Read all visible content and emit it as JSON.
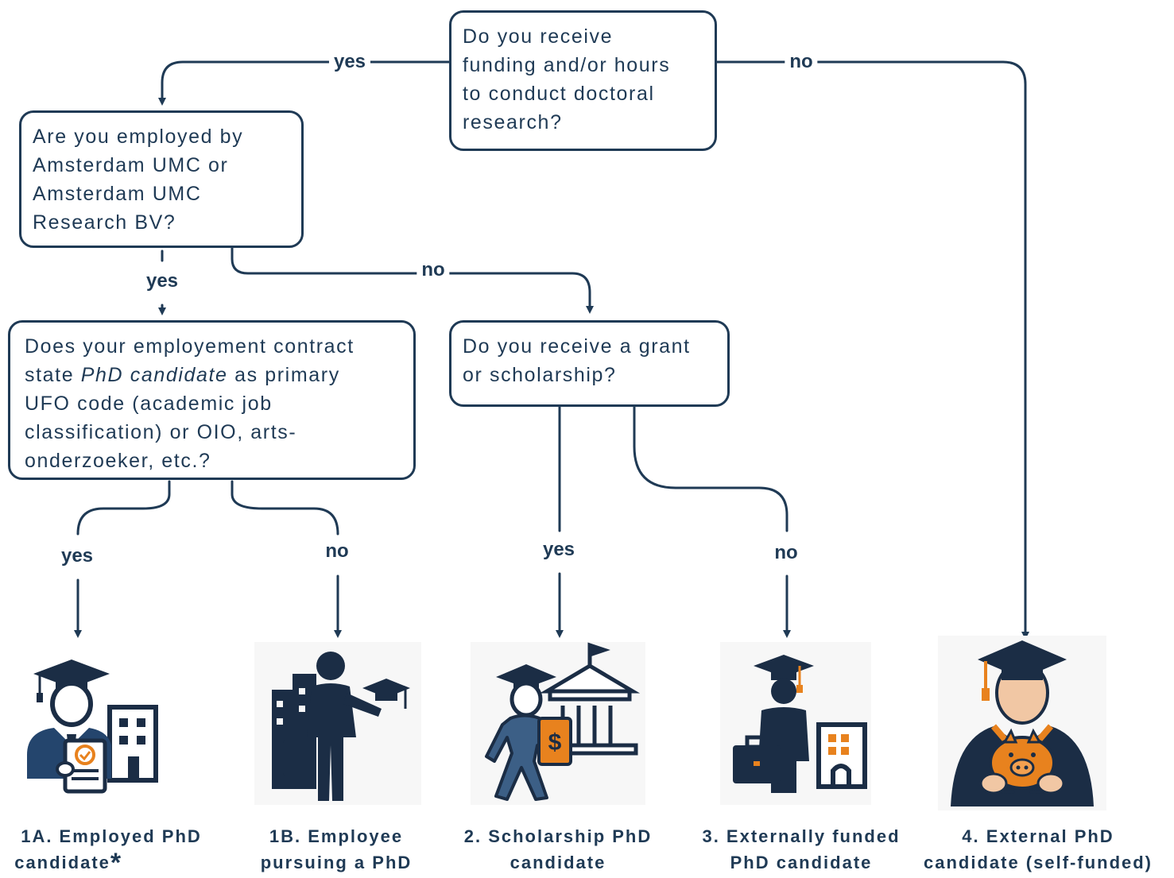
{
  "questions": {
    "q1": {
      "lines": [
        "Do you receive",
        "funding and/or hours",
        "to conduct doctoral",
        "research?"
      ]
    },
    "q2": {
      "lines": [
        "Are you employed by",
        "Amsterdam UMC or",
        "Amsterdam UMC",
        "Research BV?"
      ]
    },
    "q3": {
      "line1": "Does your employement contract",
      "line2_pre": "state ",
      "line2_em": "PhD candidate",
      "line2_post": " as primary",
      "line3": "UFO code  (academic job",
      "line4": "classification) or OIO, arts-",
      "line5": "onderzoeker, etc.?"
    },
    "q4": {
      "lines": [
        "Do you receive a grant",
        "or scholarship?"
      ]
    }
  },
  "edge_labels": {
    "q1_yes": "yes",
    "q1_no": "no",
    "q2_yes": "yes",
    "q2_no": "no",
    "q3_yes": "yes",
    "q3_no": "no",
    "q4_yes": "yes",
    "q4_no": "no"
  },
  "outcomes": [
    {
      "id": "1A",
      "lines": [
        "1A. Employed PhD",
        "candidate"
      ],
      "asterisk": "*",
      "icon": "graduate-with-contract-and-building-icon"
    },
    {
      "id": "1B",
      "lines": [
        "1B. Employee",
        "pursuing a PhD"
      ],
      "icon": "businessman-carrying-graduation-cap-icon"
    },
    {
      "id": "2",
      "lines": [
        "2. Scholarship PhD",
        "candidate"
      ],
      "icon": "student-with-scholarship-and-university-icon"
    },
    {
      "id": "3",
      "lines": [
        "3. Externally funded",
        "PhD candidate"
      ],
      "icon": "graduate-with-briefcase-and-building-icon"
    },
    {
      "id": "4",
      "lines": [
        "4. External PhD",
        "candidate (self-funded)"
      ],
      "icon": "graduate-holding-piggy-bank-icon"
    }
  ],
  "colors": {
    "navy": "#1f3a55",
    "dark_navy": "#1b2d45",
    "mid_blue": "#3c5f86",
    "orange": "#e8821e",
    "skin": "#f1c7a4",
    "background": "#ffffff"
  }
}
